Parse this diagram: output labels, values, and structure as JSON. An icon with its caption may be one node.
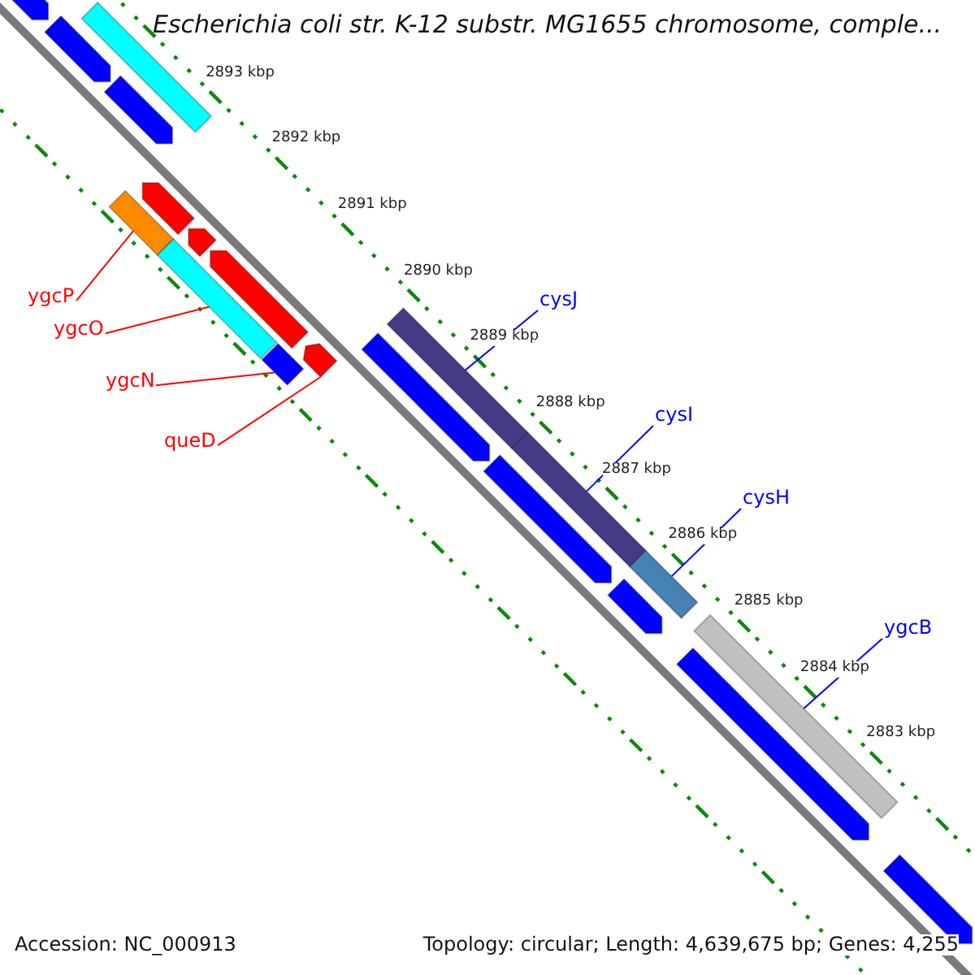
{
  "diagram": {
    "title": "Escherichia coli str. K-12 substr. MG1655 chromosome, comple...",
    "nodes": [
      {
        "text": [
          "ygcP"
        ]
      },
      {
        "text": [
          "ygcO"
        ]
      },
      {
        "text": [
          "ygcN"
        ]
      },
      {
        "text": [
          "queD"
        ]
      },
      {
        "text": [
          "cysJ"
        ]
      },
      {
        "text": [
          "cysI"
        ]
      },
      {
        "text": [
          "cysH"
        ]
      },
      {
        "text": [
          "ygcB"
        ]
      },
      {
        "text": [],
        "shape": "bar"
      },
      {
        "text": [],
        "shape": "bar"
      },
      {
        "text": [],
        "shape": "bar"
      },
      {
        "text": [],
        "shape": "bar"
      },
      {
        "text": [],
        "shape": "bar"
      },
      {
        "text": [],
        "shape": "bar"
      },
      {
        "text": [],
        "shape": "bar"
      },
      {
        "text": [],
        "shape": "bar"
      },
      {
        "text": [],
        "shape": "bar"
      },
      {
        "text": [],
        "shape": "bar"
      },
      {
        "text": [],
        "shape": "bar"
      },
      {
        "text": [],
        "shape": "bar"
      },
      {
        "text": [],
        "shape": "bar"
      },
      {
        "text": [],
        "shape": "bar"
      },
      {
        "text": [],
        "shape": "bar"
      },
      {
        "text": [],
        "shape": "bar"
      },
      {
        "text": [],
        "shape": "bar"
      },
      {
        "text": [],
        "shape": "bar"
      },
      {
        "text": [],
        "shape": "bar"
      },
      {
        "text": [],
        "shape": "bar"
      }
    ],
    "edges": [
      {
        "from": 0,
        "to": 12,
        "arrow": "none",
        "color": "#ff0000"
      },
      {
        "from": 1,
        "to": 14,
        "arrow": "none",
        "color": "#ff0000"
      },
      {
        "from": 2,
        "to": 17,
        "arrow": "none",
        "color": "#ff0000"
      },
      {
        "from": 3,
        "to": 18,
        "arrow": "none",
        "color": "#ff0000"
      },
      {
        "from": 4,
        "to": 20,
        "arrow": "none",
        "color": "#0000ff"
      },
      {
        "from": 5,
        "to": 22,
        "arrow": "none",
        "color": "#0000ff"
      },
      {
        "from": 6,
        "to": 23,
        "arrow": "none",
        "color": "#0000ff"
      },
      {
        "from": 7,
        "to": 25,
        "arrow": "none",
        "color": "#0000ff"
      }
    ],
    "labels": [
      "2893 kbp",
      "2892 kbp",
      "2891 kbp",
      "2890 kbp",
      "2889 kbp",
      "2888 kbp",
      "2887 kbp",
      "2886 kbp",
      "2885 kbp",
      "2884 kbp",
      "2883 kbp",
      "Accession: NC_000913",
      "Topology: circular; Length: 4,639,675 bp; Genes: 4,255"
    ]
  }
}
